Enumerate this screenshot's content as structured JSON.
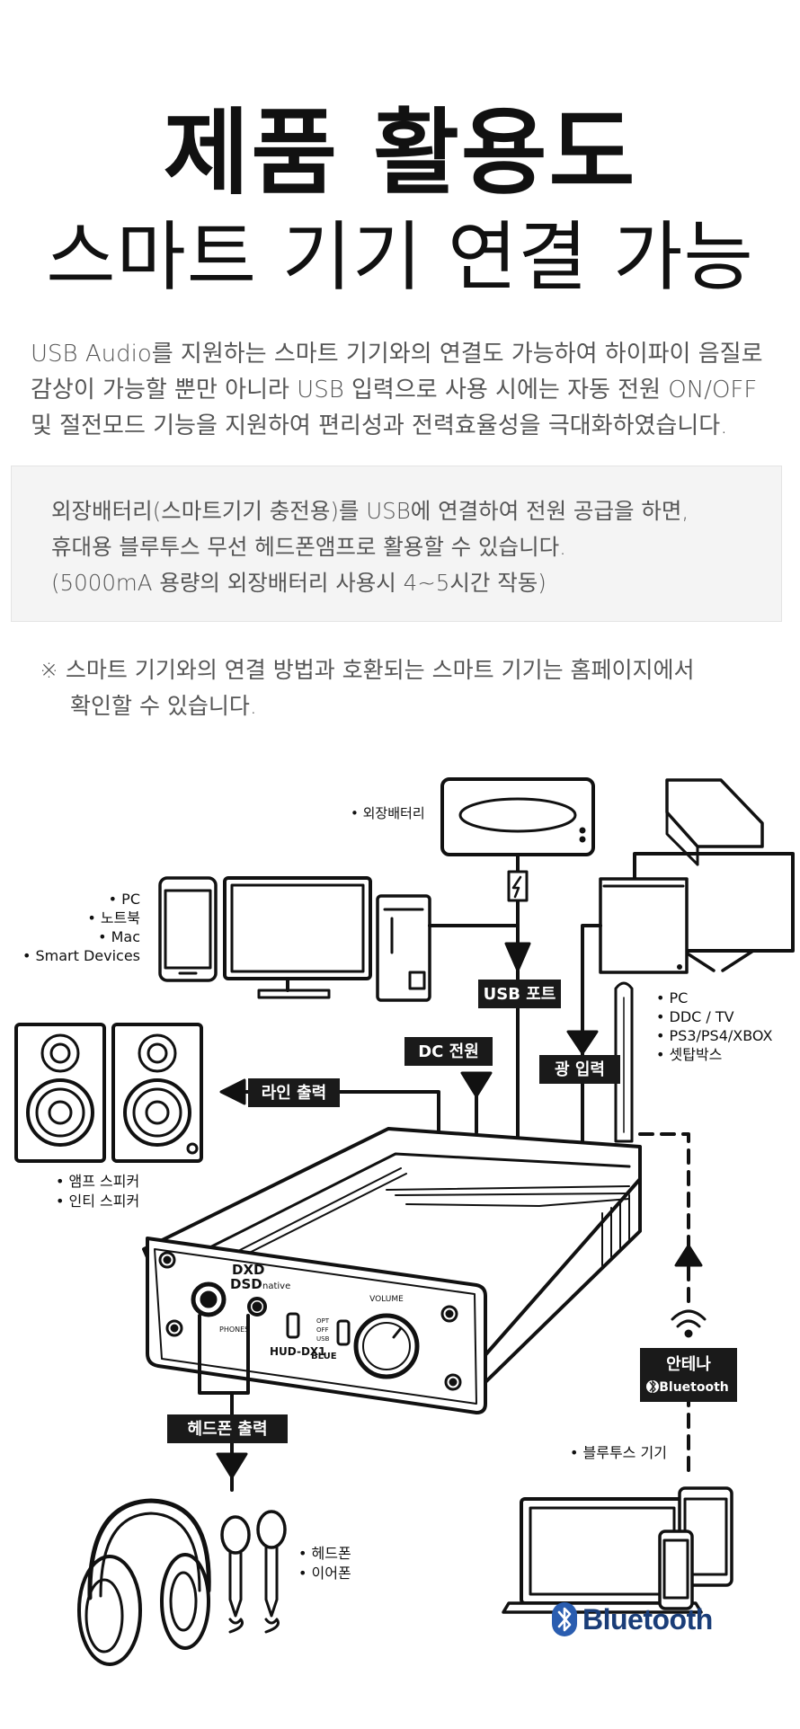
{
  "header": {
    "title": "제품 활용도",
    "subtitle": "스마트 기기 연결 가능"
  },
  "intro": {
    "lines": [
      "USB Audio를 지원하는 스마트 기기와의 연결도 가능하여 하이파이 음질로",
      "감상이 가능할 뿐만 아니라 USB 입력으로 사용 시에는 자동 전원 ON/OFF",
      "및 절전모드 기능을 지원하여 편리성과 전력효율성을 극대화하였습니다."
    ]
  },
  "note_box": {
    "lines": [
      "외장배터리(스마트기기 충전용)를 USB에 연결하여 전원 공급을 하면,",
      "휴대용 블루투스 무선 헤드폰앰프로 활용할 수 있습니다.",
      "(5000mA 용량의 외장배터리 사용시 4~5시간 작동)"
    ]
  },
  "remark": {
    "line1": "※ 스마트 기기와의 연결 방법과 호환되는 스마트 기기는 홈페이지에서",
    "line2": "확인할 수 있습니다."
  },
  "diagram": {
    "battery_label": "• 외장배터리",
    "pc_labels": [
      "• PC",
      "• 노트북",
      "• Mac",
      "• Smart Devices"
    ],
    "usb_port": "USB 포트",
    "dc_power": "DC 전원",
    "optical_in": "광 입력",
    "line_out": "라인 출력",
    "source_labels": [
      "• PC",
      "• DDC / TV",
      "• PS3/PS4/XBOX",
      "• 셋탑박스"
    ],
    "speaker_labels": [
      "• 앰프 스피커",
      "• 인티 스피커"
    ],
    "headphone_out": "헤드폰 출력",
    "headphone_labels": [
      "• 헤드폰",
      "• 이어폰"
    ],
    "antenna_label": "안테나",
    "antenna_bt": "Bluetooth",
    "bt_device_label": "• 블루투스 기기",
    "device": {
      "logo_line1": "DXD",
      "logo_line2": "DSD",
      "logo_native": "native",
      "volume": "VOLUME",
      "phones": "PHONES",
      "model": "HUD-DX1",
      "badge": "BLUE",
      "switch_opt": "OPT",
      "switch_off": "OFF",
      "switch_usb": "USB"
    },
    "bt_logo": "Bluetooth"
  },
  "colors": {
    "ink": "#111111",
    "label_bg": "#1a1a1a",
    "bluetooth_blue": "#2a5db0"
  }
}
